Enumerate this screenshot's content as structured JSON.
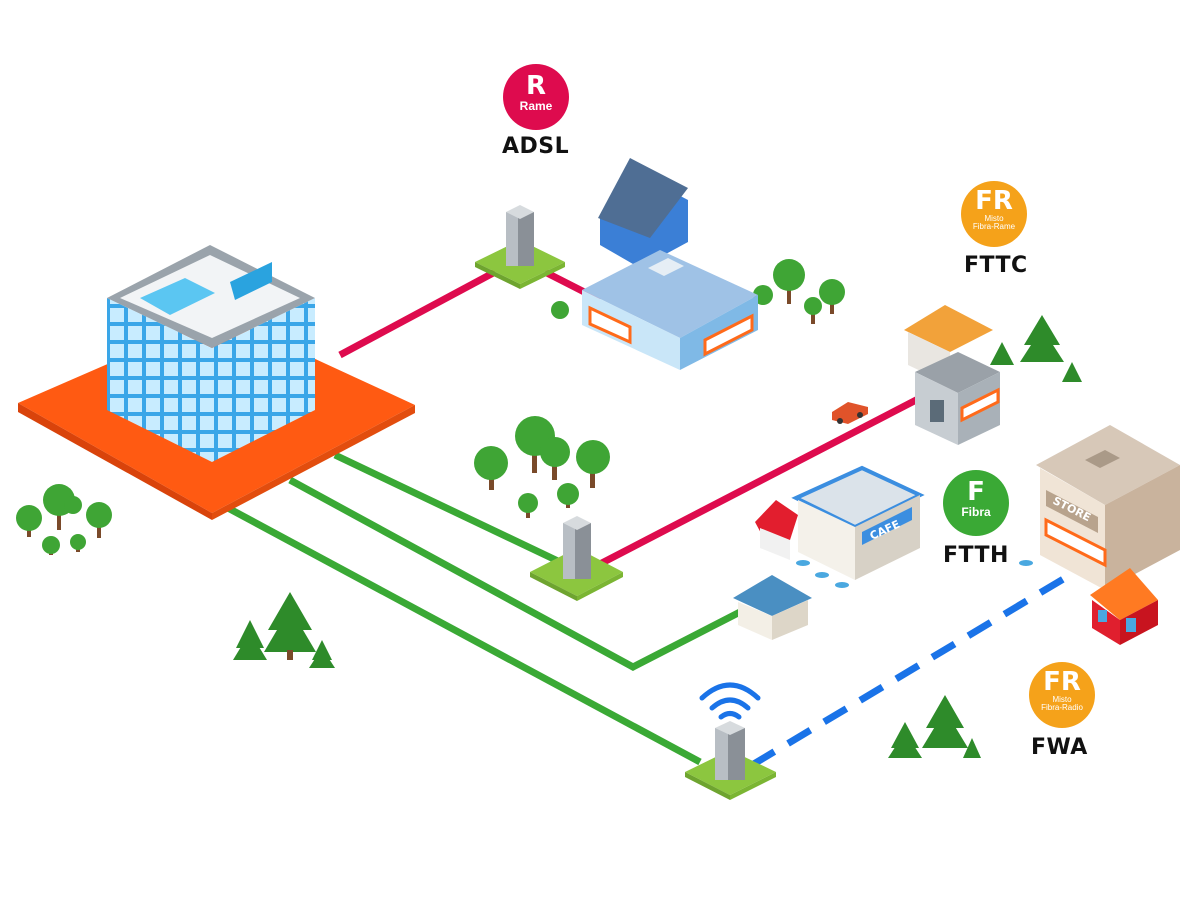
{
  "colors": {
    "rame": "#de0b4e",
    "misto": "#f5a21a",
    "fibra": "#3aa935",
    "radio": "#1a73e8",
    "hub": "#ff5a12"
  },
  "technologies": [
    {
      "id": "adsl",
      "letter": "R",
      "medium": "Rame",
      "label": "ADSL",
      "color": "#de0b4e"
    },
    {
      "id": "fttc",
      "letter": "FR",
      "medium_lines": [
        "Misto",
        "Fibra-Rame"
      ],
      "label": "FTTC",
      "color": "#f5a21a"
    },
    {
      "id": "ftth",
      "letter": "F",
      "medium": "Fibra",
      "label": "FTTH",
      "color": "#3aa935"
    },
    {
      "id": "fwa",
      "letter": "FR",
      "medium_lines": [
        "Misto",
        "Fibra-Radio"
      ],
      "label": "FWA",
      "color": "#f5a21a"
    }
  ],
  "signs": {
    "cafe": "CAFE",
    "store": "STORE"
  }
}
